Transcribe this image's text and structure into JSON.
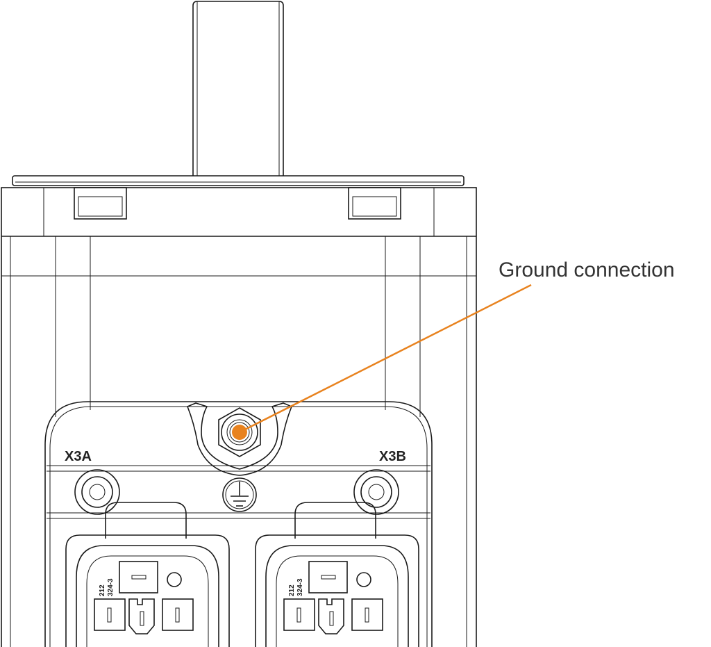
{
  "callout": {
    "label": "Ground connection",
    "color": "#e8821e"
  },
  "connectors": [
    {
      "label": "X3A",
      "code_top": "212",
      "code_bottom": "324-3"
    },
    {
      "label": "X3B",
      "code_top": "212",
      "code_bottom": "324-3"
    }
  ],
  "icons": [
    "ground-symbol-icon",
    "torx-screw-icon"
  ]
}
